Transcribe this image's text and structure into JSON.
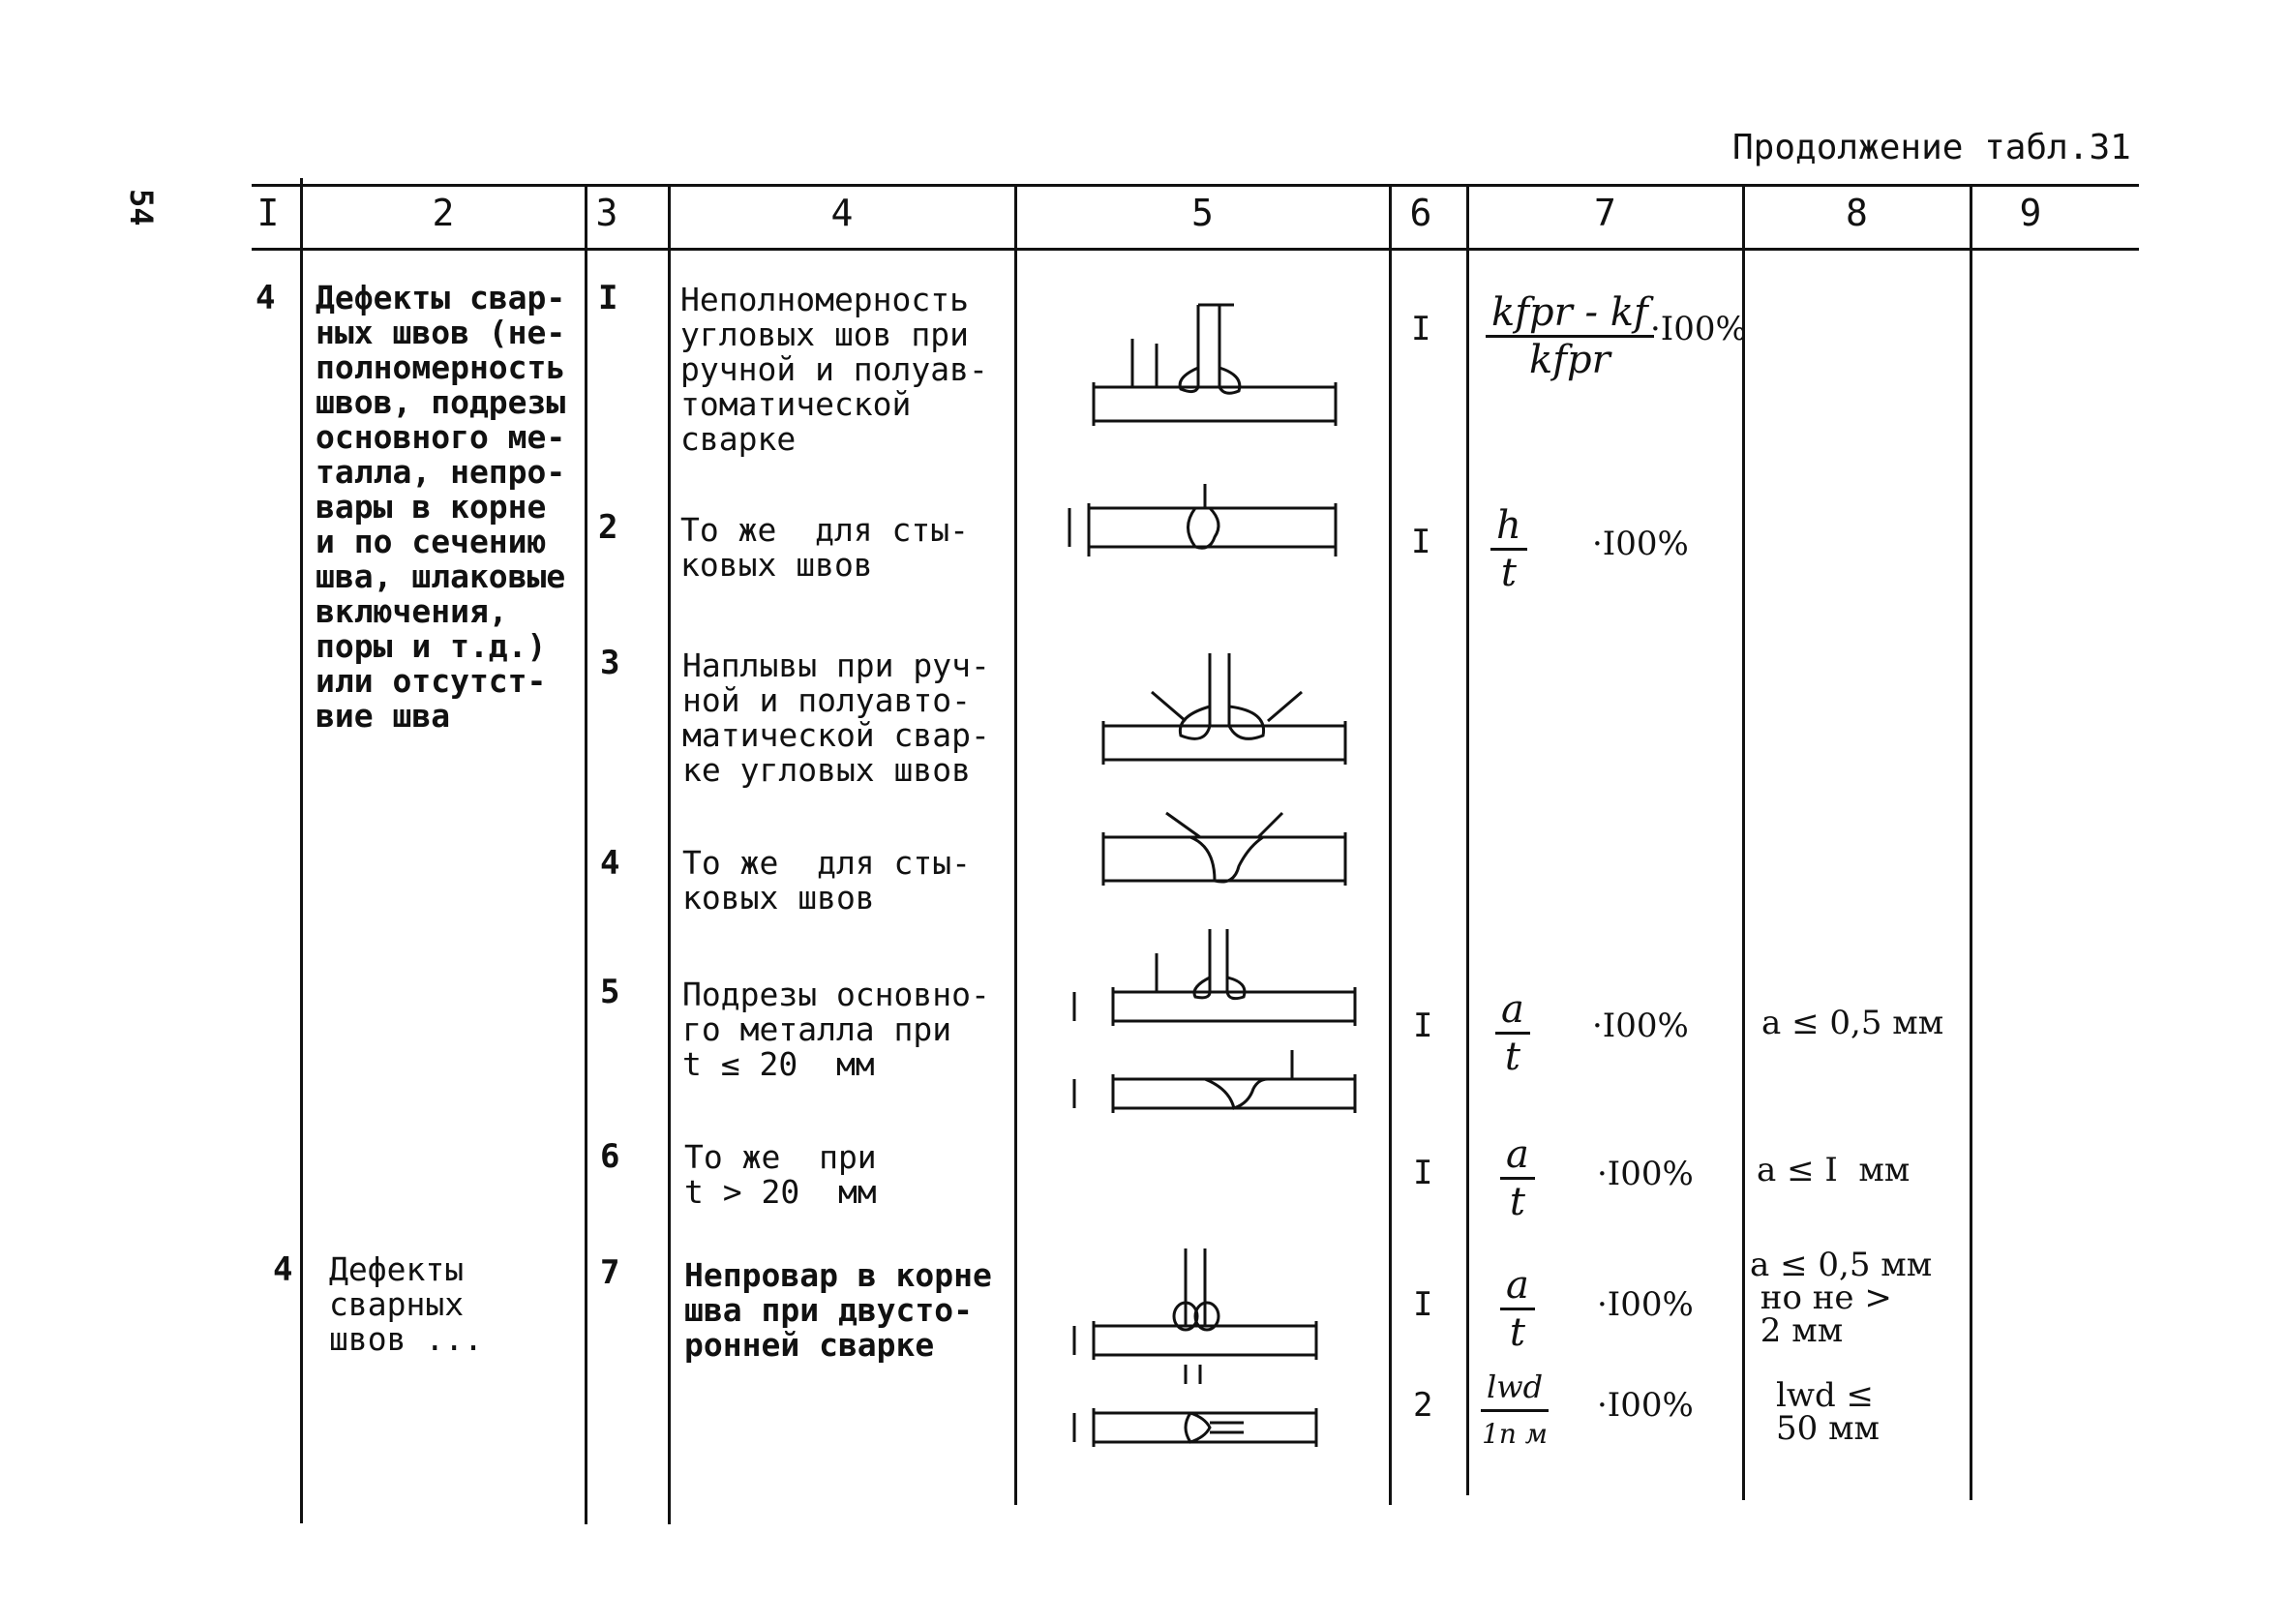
{
  "page_number": "54",
  "continuation_label": "Продолжение табл.31",
  "headers": [
    "I",
    "2",
    "3",
    "4",
    "5",
    "6",
    "7",
    "8",
    "9"
  ],
  "group1": {
    "number": "4",
    "description": "Дефекты свар-\nных швов (не-\nполномерность\nшвов, подрезы\nосновного ме-\nталла, непро-\nвары в корне\nи по сечению\nшва, шлаковые\nвключения,\nпоры и т.д.)\nили отсутст-\nвие шва"
  },
  "group2": {
    "number": "4",
    "description": "Дефекты\nсварных\nшвов ..."
  },
  "rows": [
    {
      "no": "I",
      "text": "Неполномерность\nугловых шов при\nручной и полуав-\nтоматической\nсварке",
      "col6": "I",
      "formula_num": "kfpr - kf",
      "formula_den": "kfpr",
      "formula_mult": "·I00%",
      "col8": ""
    },
    {
      "no": "2",
      "text": "То же  для сты-\nковых швов",
      "col6": "I",
      "formula_num": "h",
      "formula_den": "t",
      "formula_mult": "·I00%",
      "col8": ""
    },
    {
      "no": "3",
      "text": "Наплывы при руч-\nной и полуавто-\nматической свар-\nке угловых швов",
      "col6": "",
      "formula_num": "",
      "formula_den": "",
      "formula_mult": "",
      "col8": ""
    },
    {
      "no": "4",
      "text": "То же  для сты-\nковых швов",
      "col6": "",
      "formula_num": "",
      "formula_den": "",
      "formula_mult": "",
      "col8": ""
    },
    {
      "no": "5",
      "text": "Подрезы основно-\nго металла при\nt ≤ 20  мм",
      "col6": "I",
      "formula_num": "a",
      "formula_den": "t",
      "formula_mult": "·I00%",
      "col8": "a ≤ 0,5 мм"
    },
    {
      "no": "6",
      "text": "То же  при\nt > 20  мм",
      "col6": "I",
      "formula_num": "a",
      "formula_den": "t",
      "formula_mult": "·I00%",
      "col8": "a ≤ I  мм"
    },
    {
      "no": "7",
      "text": "Непровар в корне\nшва при двусто-\nронней сварке",
      "col6": "I",
      "formula_num": "a",
      "formula_den": "t",
      "formula_mult": "·I00%",
      "col8": "a ≤ 0,5 мм\n но не >\n 2 мм"
    },
    {
      "no": "",
      "text": "",
      "col6": "2",
      "formula_num": "lwd",
      "formula_den": "1п м",
      "formula_mult": "·I00%",
      "col8": "lwd ≤\n50 мм"
    }
  ]
}
